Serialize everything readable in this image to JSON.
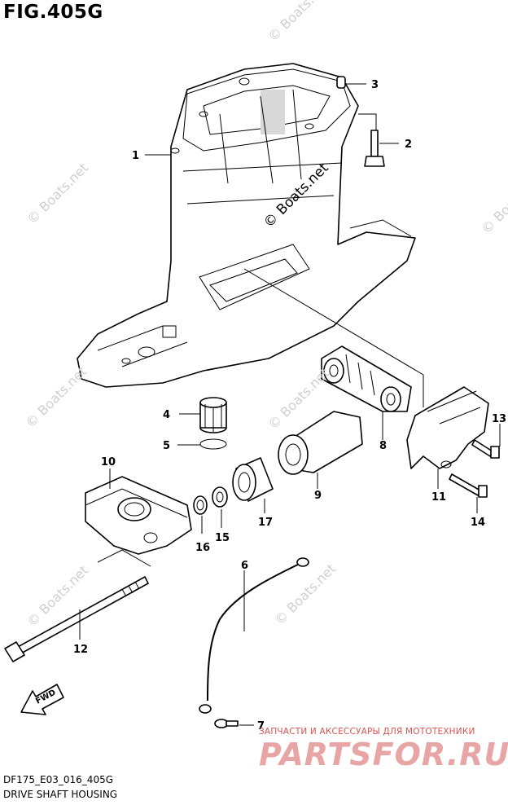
{
  "figure": {
    "title": "FIG.405G"
  },
  "footer": {
    "code": "DF175_E03_016_405G",
    "name": "DRIVE SHAFT HOUSING"
  },
  "watermark": {
    "text": "© Boats.net"
  },
  "branding": {
    "tagline": "ЗАПЧАСТИ И АКСЕССУАРЫ ДЛЯ МОТОТЕХНИКИ",
    "logo": "PARTSFOR.RU"
  },
  "fwd_label": "FWD",
  "callouts": [
    "1",
    "2",
    "3",
    "4",
    "5",
    "6",
    "7",
    "8",
    "9",
    "10",
    "11",
    "12",
    "13",
    "14",
    "15",
    "16",
    "17"
  ]
}
